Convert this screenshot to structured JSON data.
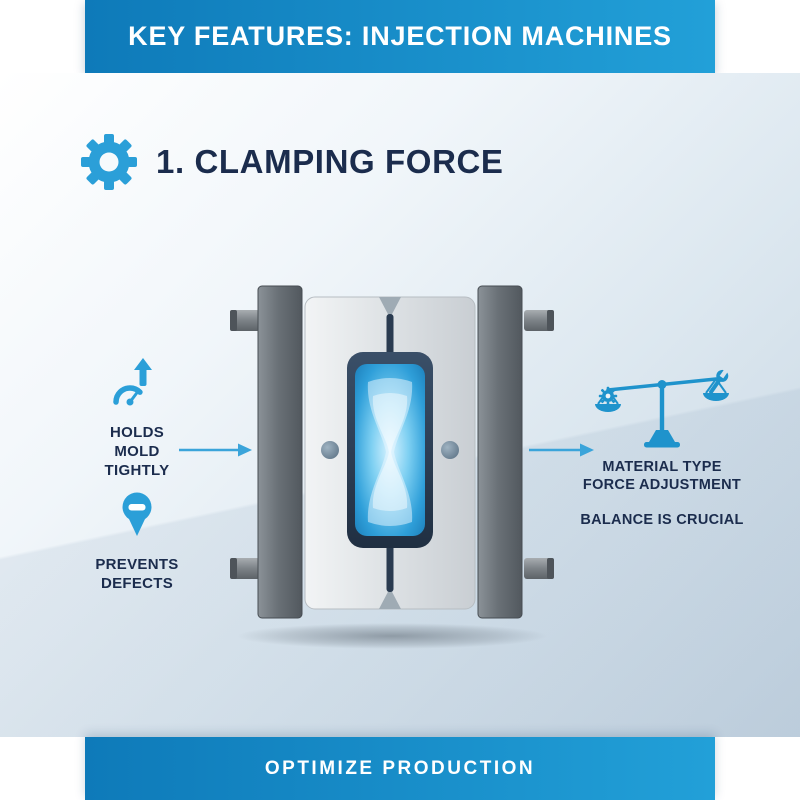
{
  "colors": {
    "banner_start": "#0e7ab9",
    "banner_end": "#22a0d8",
    "accent": "#2b9fd8",
    "navy": "#1b2c4d"
  },
  "header": {
    "title": "KEY FEATURES: INJECTION MACHINES"
  },
  "section": {
    "title": "1. CLAMPING FORCE"
  },
  "callouts": {
    "left": [
      {
        "icon": "gauge-up-icon",
        "label": "HOLDS\nMOLD\nTIGHTLY"
      },
      {
        "icon": "pin-minus-icon",
        "label": "PREVENTS\nDEFECTS"
      }
    ],
    "right": {
      "icon": "balance-scale-icon",
      "primary": "MATERIAL TYPE\nFORCE ADJUSTMENT",
      "secondary": "BALANCE IS CRUCIAL"
    }
  },
  "footer": {
    "title": "OPTIMIZE PRODUCTION"
  }
}
